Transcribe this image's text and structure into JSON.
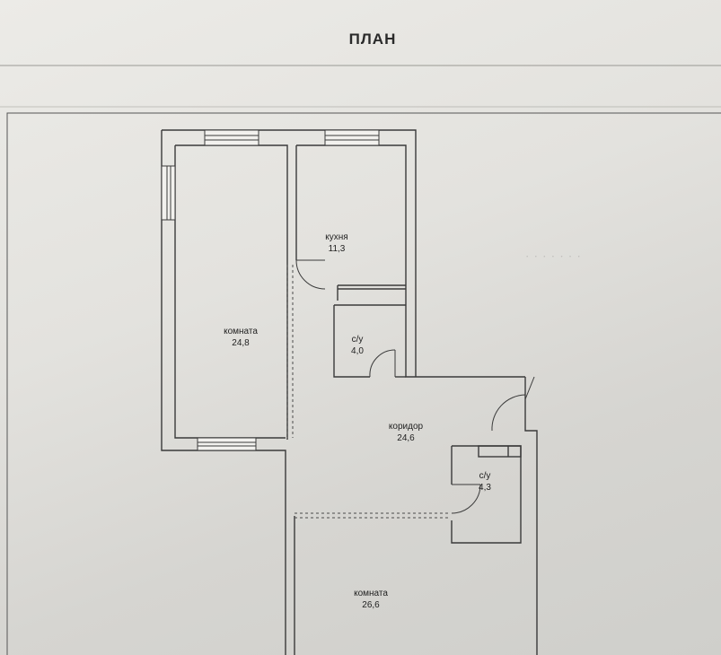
{
  "title": "ПЛАН",
  "rooms": [
    {
      "id": "room1",
      "name": "комната",
      "area": "24,8"
    },
    {
      "id": "kitchen",
      "name": "кухня",
      "area": "11,3"
    },
    {
      "id": "bath1",
      "name": "с/у",
      "area": "4,0"
    },
    {
      "id": "corridor",
      "name": "коридор",
      "area": "24,6"
    },
    {
      "id": "bath2",
      "name": "с/у",
      "area": "4,3"
    },
    {
      "id": "room2",
      "name": "комната",
      "area": "26,6"
    }
  ],
  "colors": {
    "line": "#3a3a3a",
    "paper": "#e6e5e1"
  }
}
